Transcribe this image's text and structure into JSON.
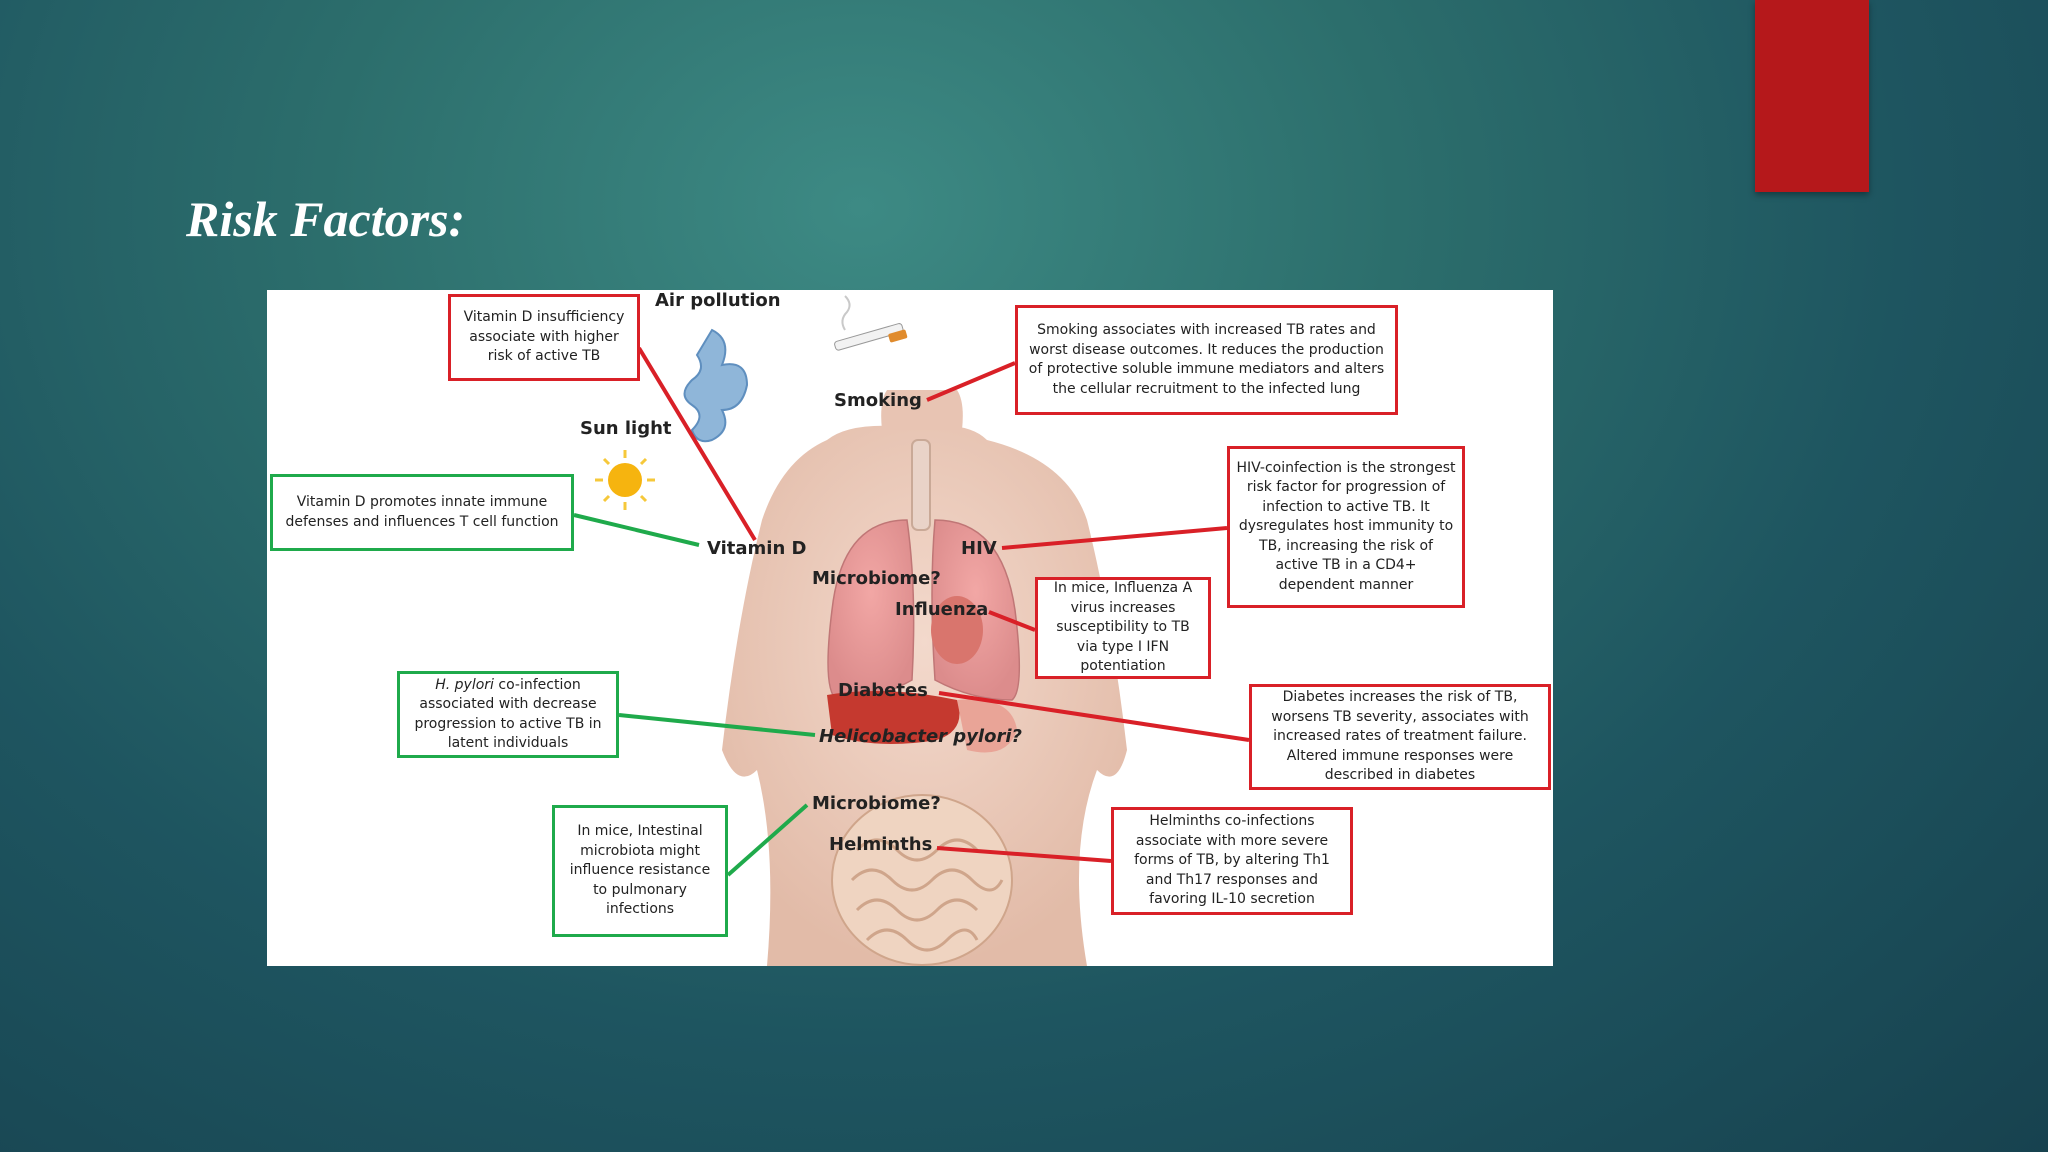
{
  "slide": {
    "title": "Risk Factors:",
    "accent_color": "#b5181b"
  },
  "figure": {
    "labels": {
      "air_pollution": "Air pollution",
      "sun_light": "Sun light",
      "smoking": "Smoking",
      "vitamin_d": "Vitamin D",
      "hiv": "HIV",
      "microbiome_upper": "Microbiome?",
      "influenza": "Influenza",
      "diabetes": "Diabetes",
      "helicobacter": "Helicobacter pylori?",
      "microbiome_lower": "Microbiome?",
      "helminths": "Helminths"
    },
    "boxes": {
      "vitamin_d_insufficiency": "Vitamin D insufficiency associate with higher risk of active TB",
      "vitamin_d_innate": "Vitamin D promotes innate immune defenses and influences T cell function",
      "smoking": "Smoking associates with increased TB rates and worst disease outcomes. It reduces the production of protective soluble immune mediators and alters the cellular recruitment to the infected lung",
      "hiv": "HIV-coinfection is the strongest risk factor for progression of infection to active TB. It dysregulates host immunity to TB, increasing the risk of active TB in a CD4+ dependent manner",
      "influenza": "In mice, Influenza A virus increases susceptibility to TB via type I IFN potentiation",
      "h_pylori_italic": "H. pylori",
      "h_pylori_rest": " co-infection associated with decrease progression to active TB in latent individuals",
      "diabetes": "Diabetes increases the risk of TB, worsens TB severity, associates with increased rates of treatment failure. Altered immune responses were described in diabetes",
      "intestinal": "In mice, Intestinal microbiota might influence resistance to pulmonary infections",
      "helminths": "Helminths co-infections associate with more severe forms of TB, by altering Th1 and Th17 responses and favoring IL-10 secretion"
    },
    "colors": {
      "negative": "#d92027",
      "positive": "#1faa4b"
    }
  }
}
